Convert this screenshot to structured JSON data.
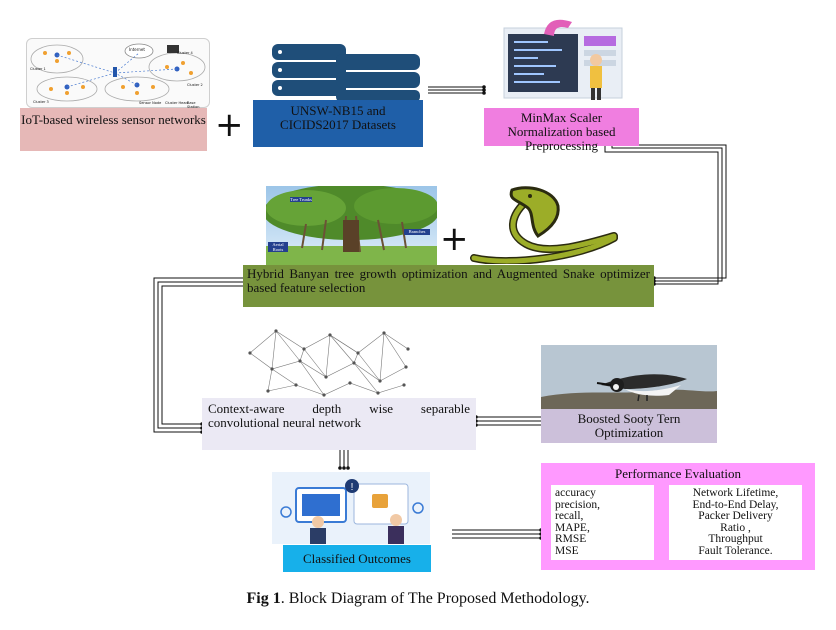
{
  "nodes": {
    "iot": "IoT-based wireless sensor networks",
    "datasets": "UNSW-NB15 and CICIDS2017 Datasets",
    "minmax": "MinMax Scaler Normalization based Preprocessing",
    "hybrid": "Hybrid Banyan tree growth optimization and Augmented Snake optimizer based feature selection",
    "cnn": "Context-aware depth wise separable convolutional neural network",
    "sooty": "Boosted Sooty Tern Optimization",
    "classified": "Classified Outcomes",
    "performance": {
      "title": "Performance Evaluation",
      "left_metrics": [
        "accuracy",
        "precision,",
        "recall,",
        "MAPE,",
        "RMSE",
        "MSE"
      ],
      "right_metrics": [
        "Network Lifetime,",
        "End-to-End Delay,",
        "Packer Delivery",
        "Ratio ,",
        "Throughput",
        "Fault Tolerance."
      ]
    }
  },
  "wsn_image": {
    "center_label": "Internet",
    "clusters": [
      "Cluster 1",
      "Cluster 2",
      "Cluster 3",
      "Cluster 4"
    ],
    "legend": [
      "Sensor Node",
      "Cluster Head",
      "Base Station"
    ]
  },
  "banyan_labels": [
    "Tree Trunks",
    "Branches",
    "Aerial Roots"
  ],
  "operators": {
    "plus": "+"
  },
  "caption": {
    "prefix": "Fig 1",
    "text": ". Block Diagram of The Proposed Methodology."
  },
  "colors": {
    "iot_box": "#e6b8b7",
    "datasets_box": "#1f5fa8",
    "minmax_box": "#f07ee0",
    "hybrid_box": "#77933c",
    "cnn_box": "#ebe9f4",
    "sooty_box": "#ccc0da",
    "classified_box": "#17b0ea",
    "performance_box": "#ff99ff"
  }
}
